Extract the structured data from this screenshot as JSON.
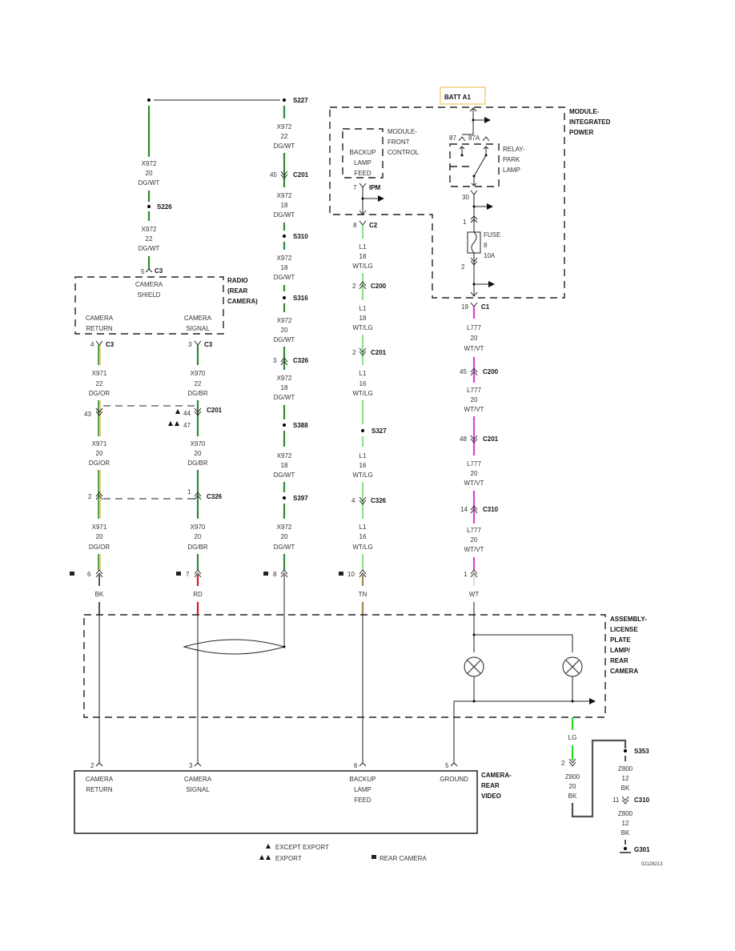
{
  "colors": {
    "DG": "#2e8b2e",
    "OR": "#e0a000",
    "BR": "#2e8b2e",
    "WT_LG": "#8fe08f",
    "VT": "#e040d0",
    "BK": "#555555",
    "RD": "#e01818",
    "TN": "#a08850",
    "LG": "#22dd22",
    "batt_box": "#f0d080"
  },
  "labels": {
    "batt": "BATT A1",
    "module_ipm": [
      "MODULE-",
      "INTEGRATED",
      "POWER"
    ],
    "module_fc": [
      "MODULE-",
      "FRONT",
      "CONTROL"
    ],
    "fc_pin": [
      "BACKUP",
      "LAMP",
      "FEED"
    ],
    "relay": [
      "RELAY-",
      "PARK",
      "LAMP"
    ],
    "relay_pins": {
      "p87": "87",
      "p87a": "87A",
      "p30": "30"
    },
    "fuse": [
      "FUSE",
      "8",
      "10A"
    ],
    "fuse_pins": {
      "in": "1",
      "out": "2"
    },
    "ipm_pin": {
      "num": "7",
      "conn": "IPM"
    },
    "radio": [
      "RADIO",
      "(REAR",
      "CAMERA)"
    ],
    "radio_pins": {
      "shield": [
        "CAMERA",
        "SHIELD"
      ],
      "return": [
        "CAMERA",
        "RETURN"
      ],
      "signal": [
        "CAMERA",
        "SIGNAL"
      ]
    },
    "lp_assy": [
      "ASSEMBLY-",
      "LICENSE",
      "PLATE",
      "LAMP/",
      "REAR",
      "CAMERA"
    ],
    "camera": [
      "CAMERA-",
      "REAR",
      "VIDEO"
    ],
    "camera_pins": [
      {
        "num": "2",
        "label": [
          "CAMERA",
          "RETURN"
        ]
      },
      {
        "num": "3",
        "label": [
          "CAMERA",
          "SIGNAL"
        ]
      },
      {
        "num": "6",
        "label": [
          "BACKUP",
          "LAMP",
          "FEED"
        ]
      },
      {
        "num": "5",
        "label": [
          "GROUND"
        ]
      }
    ],
    "legend": {
      "except_export": "EXCEPT EXPORT",
      "export": "EXPORT",
      "rear_camera": "REAR CAMERA"
    },
    "figure_id": "02128213"
  },
  "circuits": {
    "x972_left": [
      {
        "wire": [
          "X972",
          "20",
          "DG/WT"
        ]
      },
      {
        "splice": "S226"
      },
      {
        "wire": [
          "X972",
          "22",
          "DG/WT"
        ]
      },
      {
        "conn": "C3",
        "pin": "5"
      }
    ],
    "x972_right": [
      {
        "splice": "S227"
      },
      {
        "wire": [
          "X972",
          "22",
          "DG/WT"
        ]
      },
      {
        "conn": "C201",
        "pin": "45"
      },
      {
        "wire": [
          "X972",
          "18",
          "DG/WT"
        ]
      },
      {
        "splice": "S310"
      },
      {
        "wire": [
          "X972",
          "18",
          "DG/WT"
        ]
      },
      {
        "splice": "S316"
      },
      {
        "wire": [
          "X972",
          "20",
          "DG/WT"
        ]
      },
      {
        "conn": "C326",
        "pin": "3"
      },
      {
        "wire": [
          "X972",
          "18",
          "DG/WT"
        ]
      },
      {
        "splice": "S388"
      },
      {
        "wire": [
          "X972",
          "18",
          "DG/WT"
        ]
      },
      {
        "splice": "S397"
      },
      {
        "wire": [
          "X972",
          "20",
          "DG/WT"
        ]
      },
      {
        "conn": "",
        "pin": "8"
      }
    ],
    "x971": [
      {
        "conn": "C3",
        "pin": "4"
      },
      {
        "wire": [
          "X971",
          "22",
          "DG/OR"
        ]
      },
      {
        "conn": "",
        "pin": "43"
      },
      {
        "wire": [
          "X971",
          "20",
          "DG/OR"
        ]
      },
      {
        "conn": "",
        "pin": "2"
      },
      {
        "wire": [
          "X971",
          "20",
          "DG/OR"
        ]
      },
      {
        "conn": "",
        "pin": "6"
      },
      {
        "color": "BK"
      }
    ],
    "x970": [
      {
        "conn": "C3",
        "pin": "3"
      },
      {
        "wire": [
          "X970",
          "22",
          "DG/BR"
        ]
      },
      {
        "conn": "C201",
        "pin": "44",
        "pin2": "47"
      },
      {
        "wire": [
          "X970",
          "20",
          "DG/BR"
        ]
      },
      {
        "conn": "C326",
        "pin": "1"
      },
      {
        "wire": [
          "X970",
          "20",
          "DG/BR"
        ]
      },
      {
        "conn": "",
        "pin": "7"
      },
      {
        "color": "RD"
      }
    ],
    "l1": [
      {
        "conn": "C2",
        "pin": "8"
      },
      {
        "wire": [
          "L1",
          "18",
          "WT/LG"
        ]
      },
      {
        "conn": "C200",
        "pin": "2"
      },
      {
        "wire": [
          "L1",
          "18",
          "WT/LG"
        ]
      },
      {
        "conn": "C201",
        "pin": "2"
      },
      {
        "wire": [
          "L1",
          "16",
          "WT/LG"
        ]
      },
      {
        "splice": "S327"
      },
      {
        "wire": [
          "L1",
          "16",
          "WT/LG"
        ]
      },
      {
        "conn": "C326",
        "pin": "4"
      },
      {
        "wire": [
          "L1",
          "16",
          "WT/LG"
        ]
      },
      {
        "conn": "",
        "pin": "10"
      },
      {
        "color": "TN"
      }
    ],
    "l777": [
      {
        "conn": "C1",
        "pin": "19"
      },
      {
        "wire": [
          "L777",
          "20",
          "WT/VT"
        ]
      },
      {
        "conn": "C200",
        "pin": "45"
      },
      {
        "wire": [
          "L777",
          "20",
          "WT/VT"
        ]
      },
      {
        "conn": "C201",
        "pin": "48"
      },
      {
        "wire": [
          "L777",
          "20",
          "WT/VT"
        ]
      },
      {
        "conn": "C310",
        "pin": "14"
      },
      {
        "wire": [
          "L777",
          "20",
          "WT/VT"
        ]
      },
      {
        "conn": "",
        "pin": "1"
      },
      {
        "color": "WT"
      }
    ],
    "z800": {
      "lg": "LG",
      "pin": "2",
      "wire1": [
        "Z800",
        "20",
        "BK"
      ],
      "splice": "S353",
      "wire2": [
        "Z800",
        "12",
        "BK"
      ],
      "conn": "C310",
      "conn_pin": "11",
      "wire3": [
        "Z800",
        "12",
        "BK"
      ],
      "ground": "G301"
    }
  }
}
